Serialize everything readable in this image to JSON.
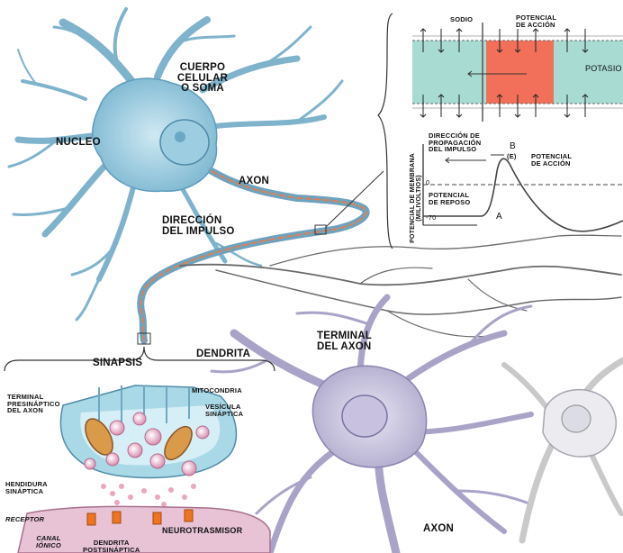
{
  "labels": {
    "cuerpo_celular": "CUERPO CELULAR\nO SOMA",
    "nucleo": "NUCLEO",
    "axon_top": "AXON",
    "direccion_impulso": "DIRECCIÓN\nDEL IMPULSO",
    "sinapsis": "SINAPSIS",
    "dendrita": "DENDRITA",
    "terminal_axon": "TERMINAL\nDEL AXON",
    "axon_bottom": "AXON",
    "terminal_presinaptico": "TERMINAL\nPRESINÁPTICO\nDEL AXON",
    "mitocondria": "MITOCONDRIA",
    "vesicula_sinaptica": "VESÍCULA\nSINÁPTICA",
    "hendidura_sinaptica": "HENDIDURA\nSINÁPTICA",
    "receptor": "RECEPTOR",
    "neurotransmisor": "NEUROTRASMISOR",
    "canal_ionico": "CANAL\nIÓNICO",
    "dendrita_postsinaptica": "DENDRITA\nPOSTSINÁPTICA"
  },
  "inset_membrane": {
    "sodio": "SODIO",
    "potencial_accion": "POTENCIAL\nDE ACCIÓN",
    "potasio": "POTASIO"
  },
  "inset_graph": {
    "ylabel": "POTENCIAL DE MEMBRANA\n(MILIVOLTIOS)",
    "direccion": "DIRECCIÓN DE\nPROPAGACIÓN\nDEL IMPULSO",
    "arrow_label": "(e)",
    "potencial_accion": "POTENCIAL\nDE ACCIÓN",
    "potencial_reposo": "POTENCIAL\nDE REPOSO",
    "tick_top": "0",
    "tick_bottom": "-70",
    "point_a": "a",
    "point_b": "b"
  },
  "colors": {
    "neuron_blue": "#8fc6dc",
    "neuron_purple": "#c4bfdc",
    "membrane_teal": "#9fd6cf",
    "action_red": "#f2705a",
    "synapse_pink": "#e7a6c0",
    "receptor_orange": "#ee7422"
  }
}
